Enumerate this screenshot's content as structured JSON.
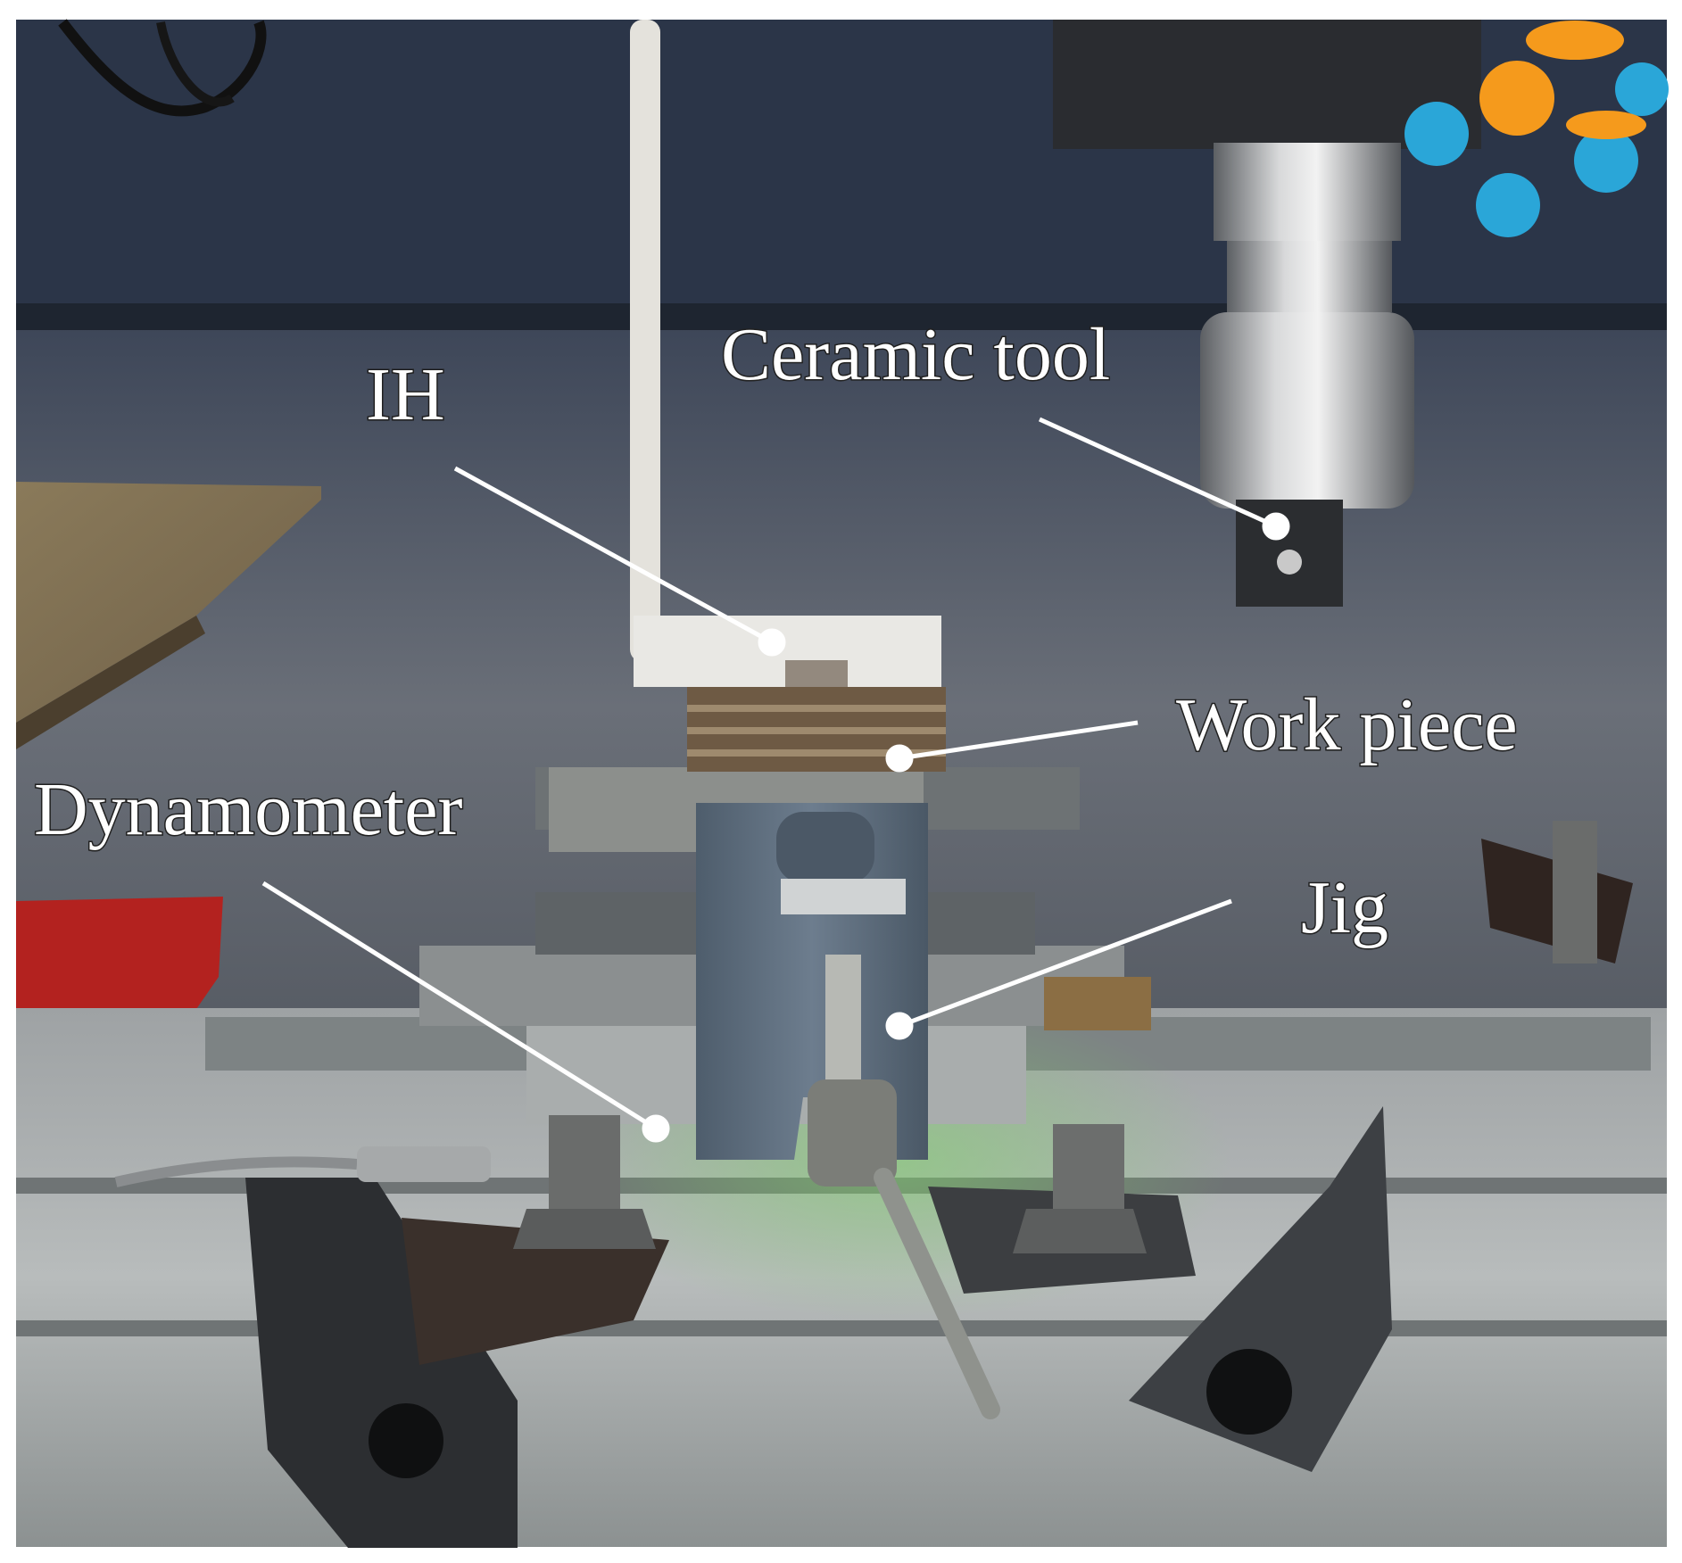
{
  "annotations": {
    "ceramic_tool": "Ceramic tool",
    "ih": "IH",
    "work_piece": "Work piece",
    "dynamometer": "Dynamometer",
    "jig": "Jig"
  },
  "colors": {
    "label_text": "#ffffff",
    "leader_line": "#ffffff",
    "coolant_nozzle_blue": "#2aa6d8",
    "coolant_nozzle_orange": "#f59a1c",
    "red_frame": "#b3221f",
    "jig_body": "#5d6e7f",
    "machine_wall": "#5f6570"
  }
}
